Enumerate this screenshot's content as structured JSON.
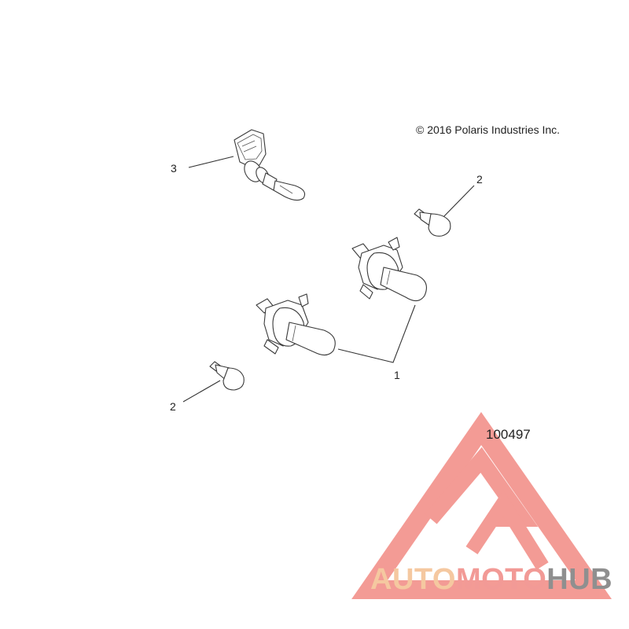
{
  "diagram": {
    "copyright": "© 2016 Polaris Industries Inc.",
    "part_number": "100497",
    "callouts": [
      {
        "label": "3",
        "part": "halogen-bulb-with-connector"
      },
      {
        "label": "2",
        "part": "wedge-bulb"
      },
      {
        "label": "1",
        "part": "headlight-bulb"
      },
      {
        "label": "2",
        "part": "wedge-bulb"
      }
    ]
  },
  "watermark": {
    "brand": "AUTOMOTOHUB",
    "parts": [
      "AUTO",
      "MOTO",
      "HUB"
    ],
    "colors": {
      "auto": "#f5c8a0",
      "moto": "#f29a96",
      "hub": "#8f8f8f",
      "logo": "#f07a72"
    }
  }
}
